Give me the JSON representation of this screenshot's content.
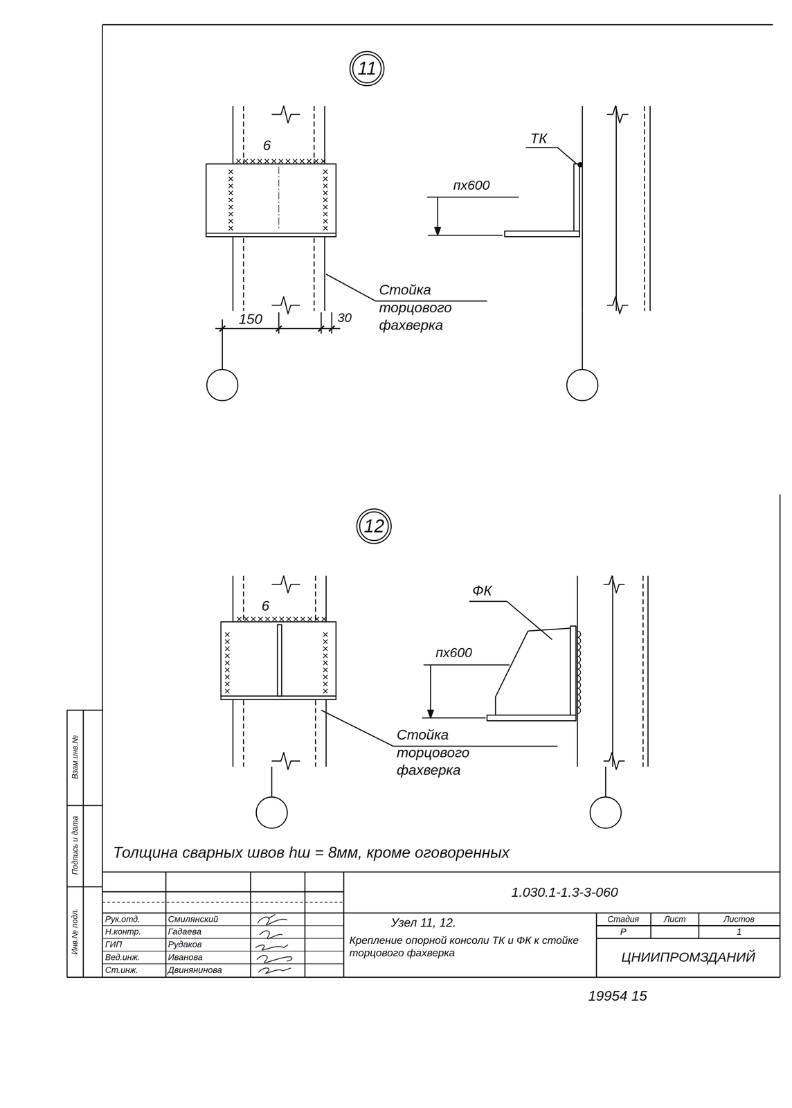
{
  "diagram": {
    "nodes": [
      {
        "text": [
          "11"
        ]
      },
      {
        "text": [
          "12"
        ]
      }
    ],
    "labels": [
      "6",
      "ТК",
      "пх600",
      "Стойка торцового фахверка",
      "150",
      "30",
      "6",
      "ФК",
      "пх600",
      "Стойка торцового фахверка",
      "Толщина сварных швов hш = 8мм, кроме оговоренных",
      "1.030.1-1.3-3-060",
      "Рук.отд.",
      "Смилянский",
      "Н.контр.",
      "Гадаева",
      "ГИП",
      "Рудаков",
      "Вед.инж.",
      "Иванова",
      "Ст.инж.",
      "Двинянинова",
      "Узел 11, 12.",
      "Крепление опорной консоли ТК и ФК к стойке торцового фахверка",
      "Стадия",
      "Лист",
      "Листов",
      "Р",
      "1",
      "ЦНИИПРОМЗДАНИЙ",
      "19954 15",
      "Взам.инв.№",
      "Подпись и дата",
      "Инв.№ подл."
    ]
  }
}
